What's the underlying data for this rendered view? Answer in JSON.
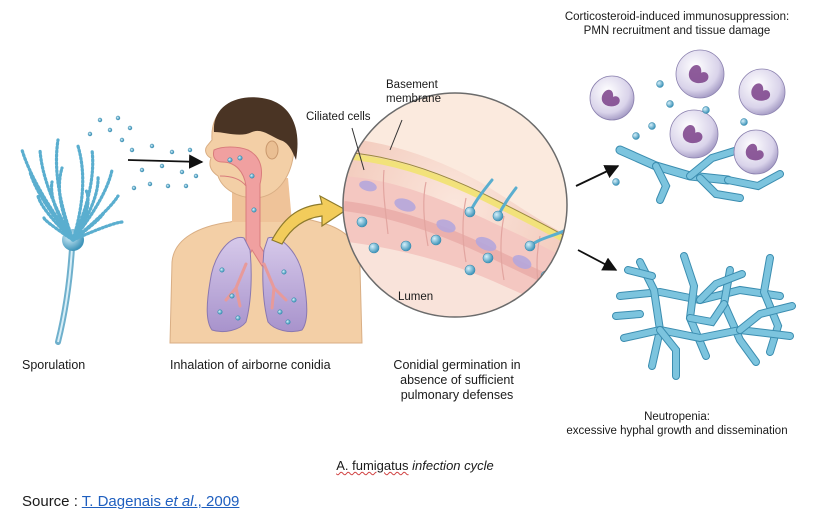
{
  "labels": {
    "sporulation": "Sporulation",
    "inhalation": "Inhalation of airborne conidia",
    "germination": [
      "Conidial germination in",
      "absence of sufficient",
      "pulmonary defenses"
    ],
    "ciliated_cells": "Ciliated cells",
    "basement_membrane": [
      "Basement",
      "membrane"
    ],
    "lumen": "Lumen",
    "corticosteroid": [
      "Corticosteroid-induced immunosuppression:",
      "PMN recruitment and tissue damage"
    ],
    "neutropenia": [
      "Neutropenia:",
      "excessive hyphal growth and dissemination"
    ]
  },
  "caption": {
    "genus": "A. fumigatus",
    "rest": "infection cycle"
  },
  "source": {
    "prefix": "Source : ",
    "link_author": "T. Dagenais ",
    "link_etal": "et al",
    "link_year": "., 2009"
  },
  "colors": {
    "conidia": "#5aaecf",
    "hyphae": "#6fbcd8",
    "hyphae_edge": "#3b8db0",
    "skin": "#f3cfa6",
    "hair": "#4a3424",
    "lung": "#b9a6d6",
    "airway": "#f0a0a0",
    "cell_bg": "#f7d7d0",
    "membrane": "#f2e27a",
    "pmn": "#e4e0ef",
    "pmn_nucleus": "#7a3f88",
    "arrow_gold": "#f2cc5b",
    "link": "#1f5fbf"
  }
}
